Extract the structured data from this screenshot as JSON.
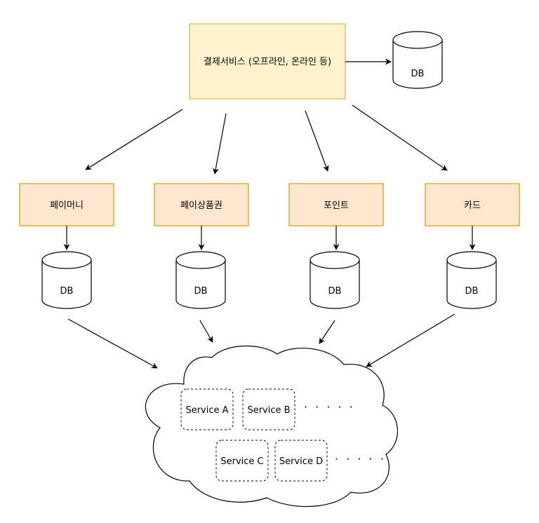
{
  "diagram": {
    "main_service": "결제서비스 (오프라인, 온라인 등)",
    "main_db": "DB",
    "services": [
      {
        "label": "페이머니",
        "db": "DB"
      },
      {
        "label": "페이상품권",
        "db": "DB"
      },
      {
        "label": "포인트",
        "db": "DB"
      },
      {
        "label": "카드",
        "db": "DB"
      }
    ],
    "cloud": {
      "row1": [
        "Service A",
        "Service B"
      ],
      "row1_ellipsis": "· · · · ·",
      "row2": [
        "Service C",
        "Service D"
      ],
      "row2_ellipsis": "· · · · ·"
    }
  },
  "colors": {
    "main_fill": "#fff2cc",
    "main_stroke": "#d6b656",
    "service_fill": "#ffe6cc",
    "service_stroke": "#d79b00",
    "line": "#000000"
  }
}
